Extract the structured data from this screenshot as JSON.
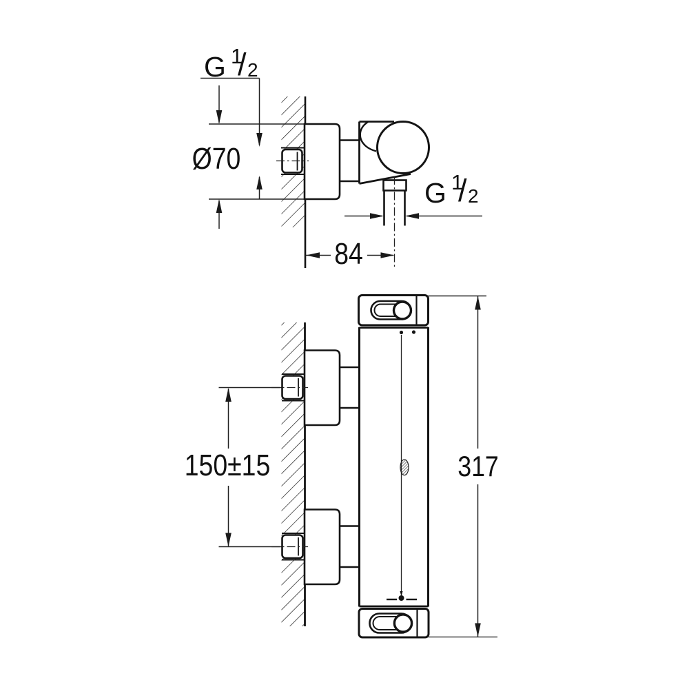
{
  "page": {
    "background": "#ffffff",
    "line_color": "#1a1a1a"
  },
  "views": {
    "side_view": {
      "labels": {
        "wall_union_thread": {
          "base": "G",
          "numerator": "1",
          "slash": "/",
          "denominator": "2"
        },
        "escutcheon_diameter": "Ø70",
        "wall_to_outlet_center": "84",
        "outlet_thread": {
          "base": "G",
          "numerator": "1",
          "slash": "/",
          "denominator": "2"
        }
      }
    },
    "front_view": {
      "labels": {
        "union_center_spacing": "150±15",
        "overall_height": "317"
      }
    }
  }
}
